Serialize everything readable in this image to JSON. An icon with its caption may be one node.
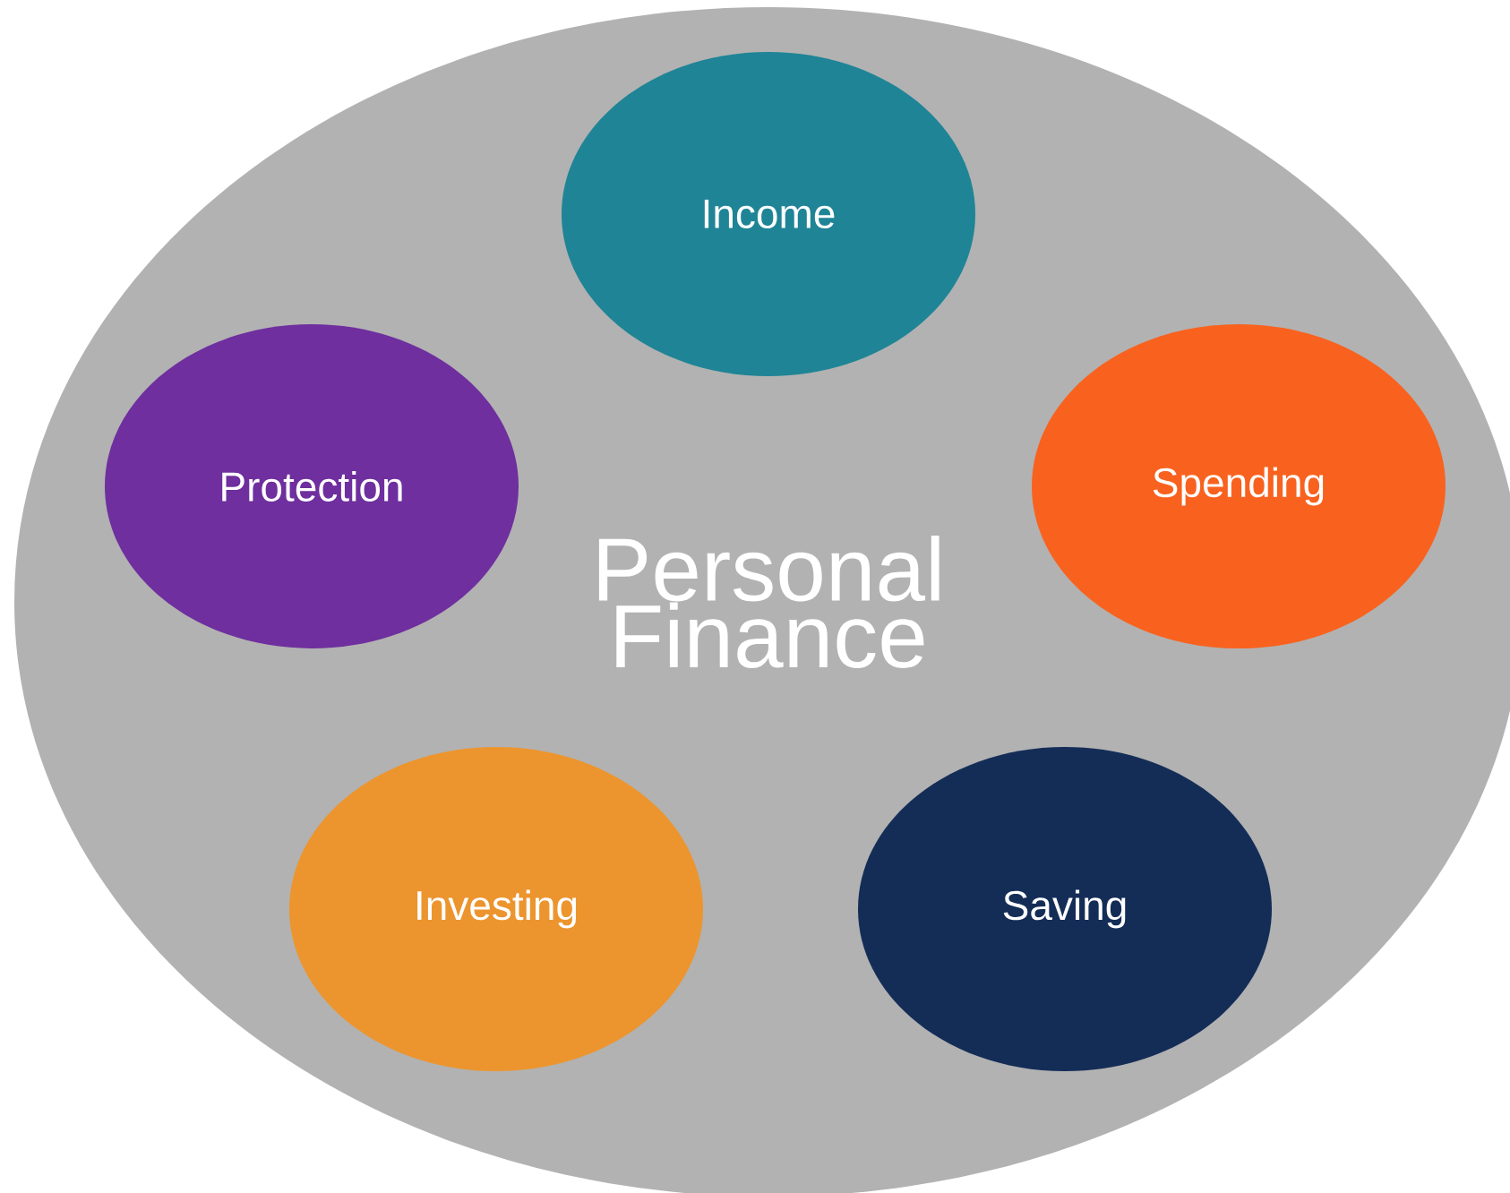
{
  "diagram": {
    "nodes": [
      {
        "text": [
          "Personal Finance"
        ]
      },
      {
        "text": [
          "Income"
        ],
        "in": 0
      },
      {
        "text": [
          "Protection"
        ],
        "in": 0
      },
      {
        "text": [
          "Spending"
        ],
        "in": 0
      },
      {
        "text": [
          "Investing"
        ],
        "in": 0
      },
      {
        "text": [
          "Saving"
        ],
        "in": 0
      }
    ]
  }
}
